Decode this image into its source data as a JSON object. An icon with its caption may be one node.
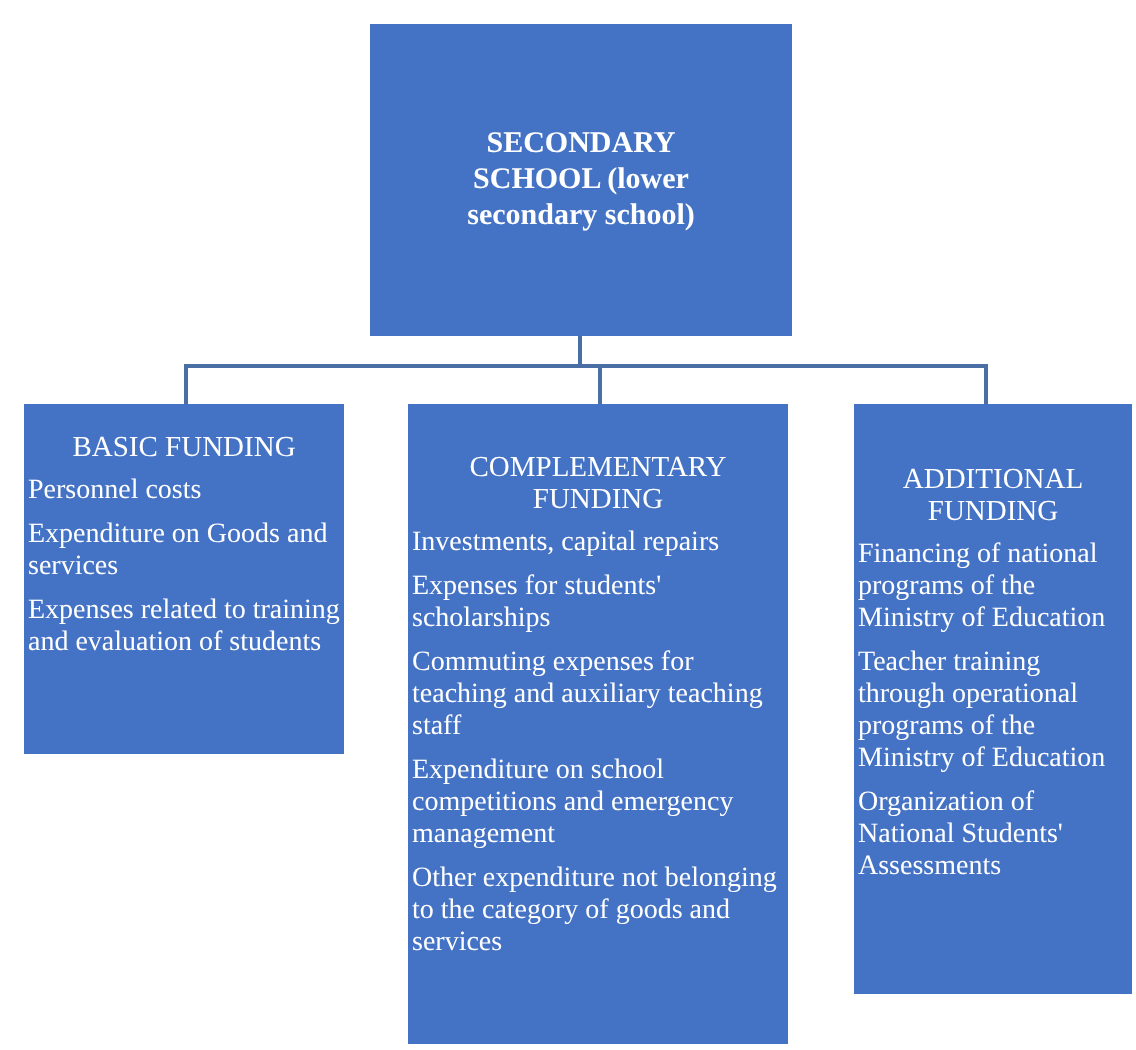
{
  "diagram": {
    "nodes": [
      {
        "text": [
          "SECONDARY SCHOOL (lower secondary school)"
        ]
      },
      {
        "text": [
          "BASIC FUNDING",
          "Personnel costs",
          "Expenditure on Goods and services",
          "Expenses related to training and evaluation of students"
        ]
      },
      {
        "text": [
          "COMPLEMENTARY FUNDING",
          "Investments, capital repairs",
          "Expenses for students' scholarships",
          "Commuting expenses for teaching and auxiliary teaching staff",
          "Expenditure on school competitions and emergency management",
          "Other expenditure not belonging to the category of goods and services"
        ]
      },
      {
        "text": [
          "ADDITIONAL FUNDING",
          "Financing of national programs of the Ministry of Education",
          "Teacher training through operational programs of the Ministry of Education",
          "Organization of National Students' Assessments"
        ]
      }
    ],
    "edges": [
      {
        "from": 0,
        "to": 1,
        "arrow": "none"
      },
      {
        "from": 0,
        "to": 2,
        "arrow": "none"
      },
      {
        "from": 0,
        "to": 3,
        "arrow": "none"
      }
    ]
  }
}
